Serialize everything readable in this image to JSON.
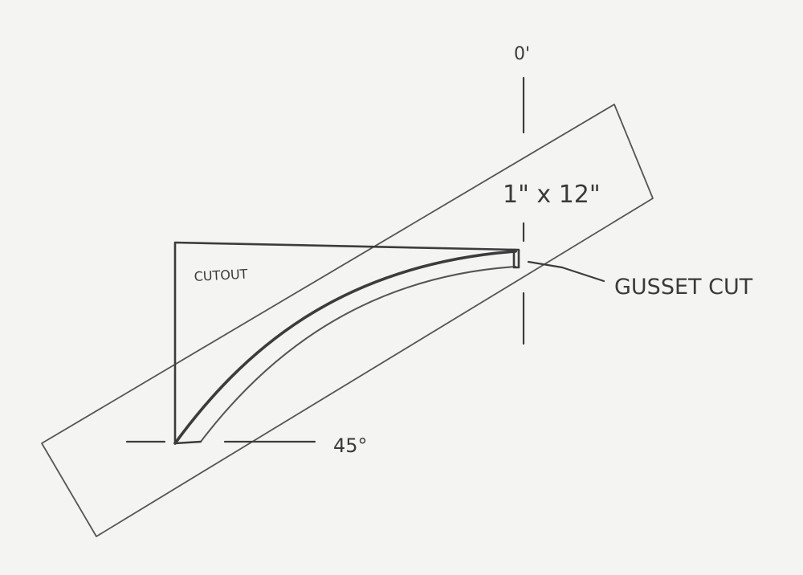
{
  "labels": {
    "angle_top": "0'",
    "board_size": "1\" x 12\"",
    "cutout": "CUTOUT",
    "gusset_cut": "GUSSET CUT",
    "angle_bottom": "45°"
  },
  "colors": {
    "paper": "#f4f4f2",
    "pencil": "#3c3c3c"
  }
}
